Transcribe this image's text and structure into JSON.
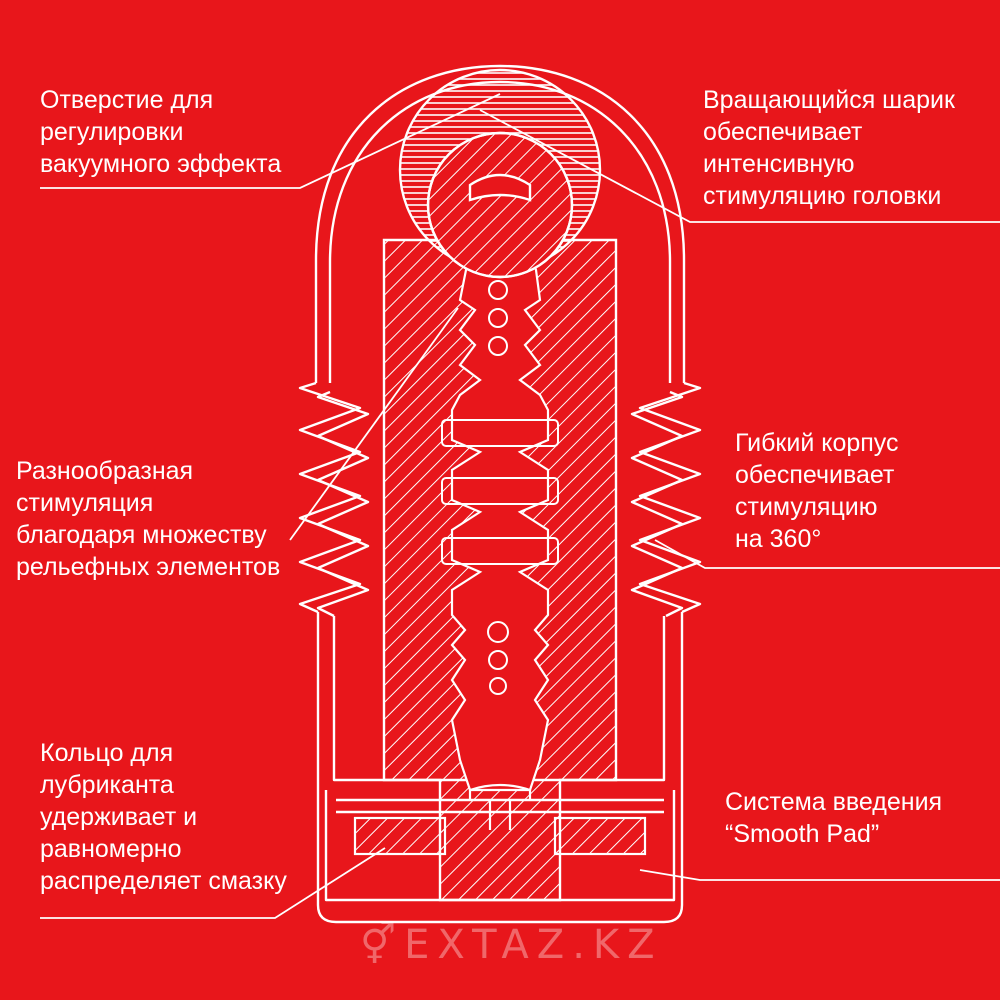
{
  "colors": {
    "background": "#e8161b",
    "lines": "#ffffff"
  },
  "callouts": {
    "valve": {
      "lines": [
        "Отверстие для",
        "регулировки",
        "вакуумного эффекта"
      ]
    },
    "ball": {
      "lines": [
        "Вращающийся шарик",
        "обеспечивает",
        "интенсивную",
        "стимуляцию головки"
      ]
    },
    "texture": {
      "lines": [
        "Разнообразная",
        "стимуляция",
        "благодаря множеству",
        "рельефных элементов"
      ]
    },
    "body": {
      "lines": [
        "Гибкий корпус",
        "обеспечивает",
        "стимуляцию",
        "на 360°"
      ]
    },
    "lube": {
      "lines": [
        "Кольцо для",
        "лубриканта",
        "удерживает и",
        "равномерно",
        "распределяет смазку"
      ]
    },
    "pad": {
      "lines": [
        "Система введения",
        "“Smooth Pad”"
      ]
    }
  },
  "watermark": {
    "icon": "gender-symbol-icon",
    "text": "EXTAZ.KZ"
  }
}
